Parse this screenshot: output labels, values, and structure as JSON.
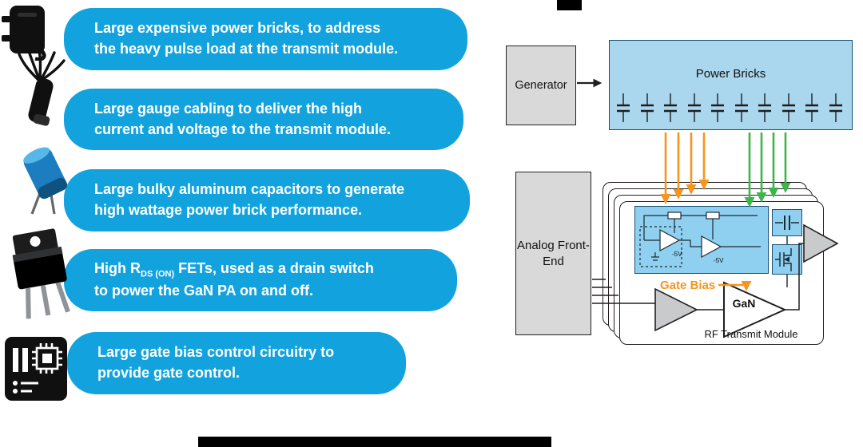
{
  "bubbles": [
    {
      "line1": "Large expensive power bricks, to address",
      "line2": "the heavy pulse load at the transmit module."
    },
    {
      "line1": "Large gauge cabling to deliver the high",
      "line2": "current and voltage to the transmit module."
    },
    {
      "line1": "Large bulky aluminum capacitors to generate",
      "line2": "high wattage power brick performance."
    },
    {
      "line1_pre": "High R",
      "line1_sub": "DS (ON)",
      "line1_post": " FETs, used as a drain switch",
      "line2": "to power the GaN PA on and off."
    },
    {
      "line1": "Large gate bias control circuitry to",
      "line2": "provide gate control."
    }
  ],
  "icons": [
    {
      "name": "power-brick-icon"
    },
    {
      "name": "cable-icon"
    },
    {
      "name": "capacitor-icon"
    },
    {
      "name": "fet-icon"
    },
    {
      "name": "gate-control-icon"
    }
  ],
  "diagram": {
    "generator_label": "Generator",
    "power_bricks_label": "Power Bricks",
    "analog_front_end_label": "Analog Front-End",
    "rf_transmit_module_label": "RF Transmit Module",
    "gate_bias_label": "Gate Bias",
    "gan_label": "GaN",
    "neg_5v_label_1": "-5V",
    "neg_5v_label_2": "-5V"
  },
  "colors": {
    "bubble_blue": "#12a3de",
    "power_bricks_fill": "#aad6ee",
    "schematic_fill": "#8fd0f1",
    "blue_border": "#1a4f72",
    "gray_box_fill": "#d9d9da",
    "box_border": "#231f20",
    "orange": "#f7941e",
    "green": "#3db54a",
    "wire": "#231f20",
    "amp_gray": "#c9cacc"
  }
}
